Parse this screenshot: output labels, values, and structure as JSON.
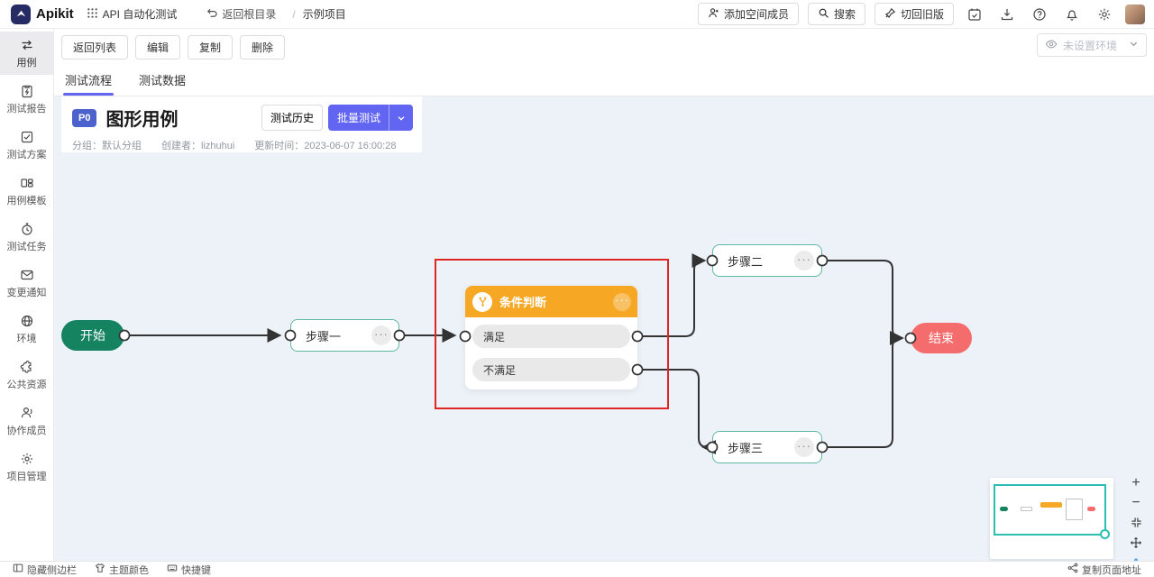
{
  "header": {
    "brand": "Apikit",
    "workspace": "API 自动化测试",
    "back_root": "返回根目录",
    "breadcrumb_sep": "/",
    "project": "示例项目",
    "add_member": "添加空间成员",
    "search": "搜索",
    "switch_old": "切回旧版"
  },
  "env_selector": {
    "placeholder": "未设置环境"
  },
  "sidebar": {
    "items": [
      {
        "label": "用例"
      },
      {
        "label": "测试报告"
      },
      {
        "label": "测试方案"
      },
      {
        "label": "用例模板"
      },
      {
        "label": "测试任务"
      },
      {
        "label": "变更通知"
      },
      {
        "label": "环境"
      },
      {
        "label": "公共资源"
      },
      {
        "label": "协作成员"
      },
      {
        "label": "项目管理"
      }
    ]
  },
  "toolbar": {
    "back_list": "返回列表",
    "edit": "编辑",
    "copy": "复制",
    "delete": "删除"
  },
  "tabs": [
    {
      "label": "测试流程"
    },
    {
      "label": "测试数据"
    }
  ],
  "case_info": {
    "priority": "P0",
    "title": "图形用例",
    "history": "测试历史",
    "batch_test": "批量测试",
    "group_label": "分组：",
    "group": "默认分组",
    "creator_label": "创建者：",
    "creator": "lizhuhui",
    "updated_label": "更新时间：",
    "updated": "2023-06-07 16:00:28"
  },
  "flow": {
    "start": "开始",
    "step1": "步骤一",
    "condition": "条件判断",
    "branch_satisfied": "满足",
    "branch_unsatisfied": "不满足",
    "step2": "步骤二",
    "step3": "步骤三",
    "end": "结束",
    "more": "···"
  },
  "minimap_controls": {
    "zoom_in": "+",
    "zoom_out": "−",
    "text_tool": "A"
  },
  "footer": {
    "hide_sidebar": "隐藏侧边栏",
    "theme_color": "主题颜色",
    "shortcuts": "快捷键",
    "copy_url": "复制页面地址"
  },
  "colors": {
    "accent_purple": "#6165f1",
    "priority_badge": "#4b62cc",
    "start_green": "#15835f",
    "node_border_teal": "#5fb8a3",
    "condition_orange": "#f6a723",
    "end_red": "#f56c6c",
    "highlight_red": "#e12424",
    "edge": "#333333",
    "canvas_bg": "#ecf2f8",
    "minimap_teal": "#2abfb0"
  }
}
